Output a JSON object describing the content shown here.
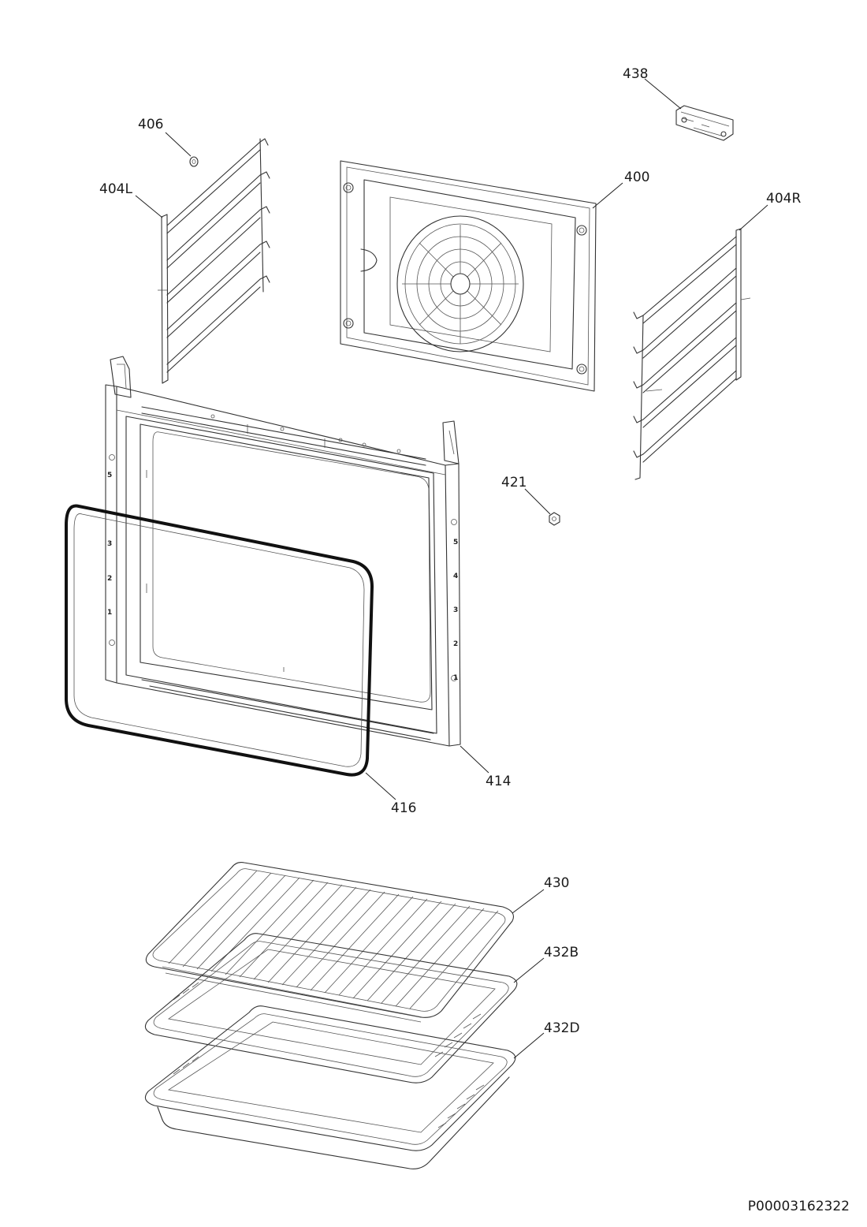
{
  "labels": {
    "p438": "438",
    "p406": "406",
    "p400": "400",
    "p404L": "404L",
    "p404R": "404R",
    "p421": "421",
    "p414": "414",
    "p416": "416",
    "p430": "430",
    "p432B": "432B",
    "p432D": "432D"
  },
  "slots_left": [
    "5",
    "3",
    "2",
    "1"
  ],
  "slots_right": [
    "5",
    "4",
    "3",
    "2",
    "1"
  ],
  "drawing_id": "P00003162322"
}
